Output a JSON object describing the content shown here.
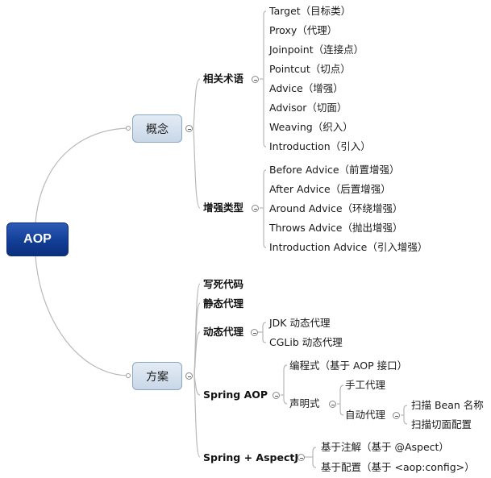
{
  "root": {
    "label": "AOP"
  },
  "concept": {
    "label": "概念",
    "terms": {
      "label": "相关术语",
      "items": [
        "Target（目标类）",
        "Proxy（代理）",
        "Joinpoint（连接点）",
        "Pointcut（切点）",
        "Advice（增强）",
        "Advisor（切面）",
        "Weaving（织入）",
        "Introduction（引入）"
      ]
    },
    "advice_types": {
      "label": "增强类型",
      "items": [
        "Before Advice（前置增强）",
        "After Advice（后置增强）",
        "Around Advice（环绕增强）",
        "Throws Advice（抛出增强）",
        "Introduction Advice（引入增强）"
      ]
    }
  },
  "solution": {
    "label": "方案",
    "hardcode": "写死代码",
    "static_proxy": "静态代理",
    "dynamic_proxy": {
      "label": "动态代理",
      "items": [
        "JDK 动态代理",
        "CGLib 动态代理"
      ]
    },
    "spring_aop": {
      "label": "Spring AOP",
      "programmatic": "编程式（基于 AOP 接口）",
      "declarative": {
        "label": "声明式",
        "manual": "手工代理",
        "auto": {
          "label": "自动代理",
          "items": [
            "扫描 Bean 名称",
            "扫描切面配置"
          ]
        }
      }
    },
    "spring_aspectj": {
      "label": "Spring + AspectJ",
      "items": [
        "基于注解（基于 @Aspect）",
        "基于配置（基于 <aop:config>）"
      ]
    }
  }
}
